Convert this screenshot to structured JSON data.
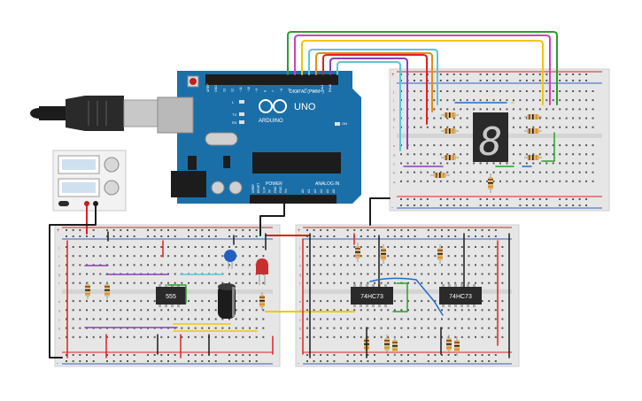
{
  "arduino": {
    "brand": "ARDUINO",
    "model": "UNO",
    "digital_label": "DIGITAL (PWM~)",
    "analog_label": "ANALOG IN",
    "power_label": "POWER",
    "led_labels": [
      "L",
      "TX",
      "RX"
    ],
    "on_label": "ON",
    "digital_pins": [
      "AREF",
      "GND",
      "13",
      "12",
      "~11",
      "~10",
      "~9",
      "8",
      "7",
      "~6",
      "~5",
      "4",
      "~3",
      "2",
      "TX▸1",
      "RX◂0"
    ],
    "power_pins": [
      "IOREF",
      "RESET",
      "3.3V",
      "5V",
      "GND",
      "GND",
      "Vin"
    ],
    "analog_pins": [
      "A0",
      "A1",
      "A2",
      "A3",
      "A4",
      "A5"
    ],
    "board_color": "#1b6fa8"
  },
  "chips": [
    {
      "id": "u1",
      "label": "555"
    },
    {
      "id": "u2",
      "label": "74HC73"
    },
    {
      "id": "u3",
      "label": "74HC73"
    }
  ],
  "seven_segment": {
    "digit": "8",
    "color": "#c8c8c8"
  },
  "power_supply": {
    "label": "power-supply"
  },
  "rail_marks": {
    "plus": "+",
    "minus": "-"
  },
  "row_letters_top": [
    "j",
    "i",
    "h",
    "g",
    "f"
  ],
  "row_letters_bottom": [
    "e",
    "d",
    "c",
    "b",
    "a"
  ],
  "colors": {
    "wire_red": "#e02020",
    "wire_black": "#1c1c1c",
    "wire_purple": "#8a3fb8",
    "wire_yellow": "#f0c800",
    "wire_green": "#2aa02a",
    "wire_cyan": "#58c8d8",
    "wire_blue": "#1f6fc8",
    "wire_orange": "#e88a1a",
    "wire_magenta": "#d040c0",
    "breadboard": "#e6e6e6",
    "rail_red": "#e02020",
    "rail_blue": "#3060c0"
  }
}
